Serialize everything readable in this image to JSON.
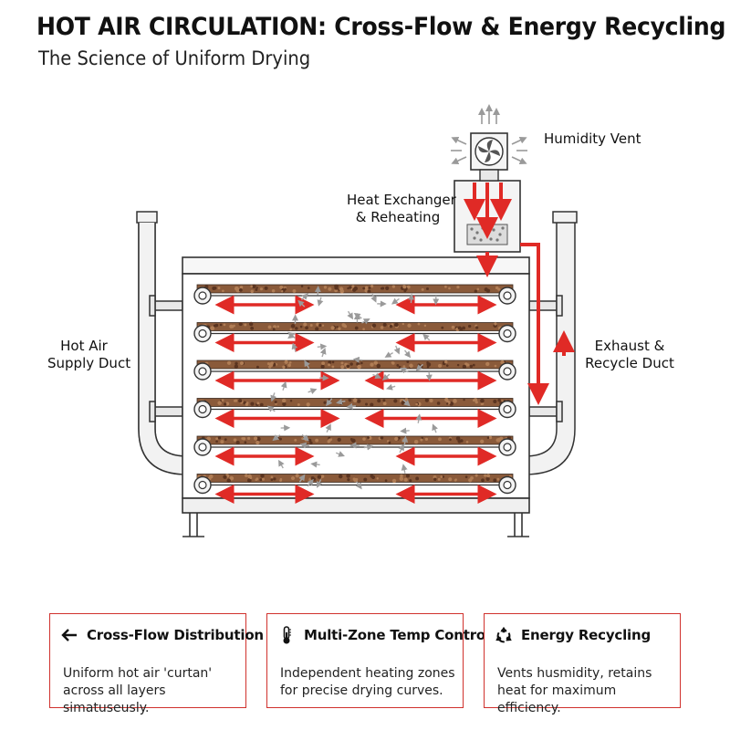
{
  "header": {
    "title": "HOT AIR CIRCULATION: Cross-Flow & Energy Recycling",
    "subtitle": "The Science of Uniform Drying"
  },
  "diagram_labels": {
    "humidity_vent": "Humidity Vent",
    "heat_exchanger_line1": "Heat Exchanger",
    "heat_exchanger_line2": "& Reheating",
    "supply_duct_line1": "Hot Air",
    "supply_duct_line2": "Supply Duct",
    "exhaust_duct_line1": "Exhaust &",
    "exhaust_duct_line2": "Recycle Duct"
  },
  "diagram": {
    "layers": 6,
    "accent_color": "#e02a26",
    "frame_color": "#3a3a3a",
    "duct_color": "#f2f2f2"
  },
  "cards": [
    {
      "icon": "left-arrow-icon",
      "title": "Cross-Flow Distribution",
      "body": "Uniform hot air 'curtan' across all layers simatuseusly."
    },
    {
      "icon": "thermometer-icon",
      "title": "Multi-Zone Temp Control",
      "body": "Independent heating zones for precise drying curves."
    },
    {
      "icon": "recycle-icon",
      "title": "Energy Recycling",
      "body": "Vents husmidity, retains heat for maximum efficiency."
    }
  ]
}
